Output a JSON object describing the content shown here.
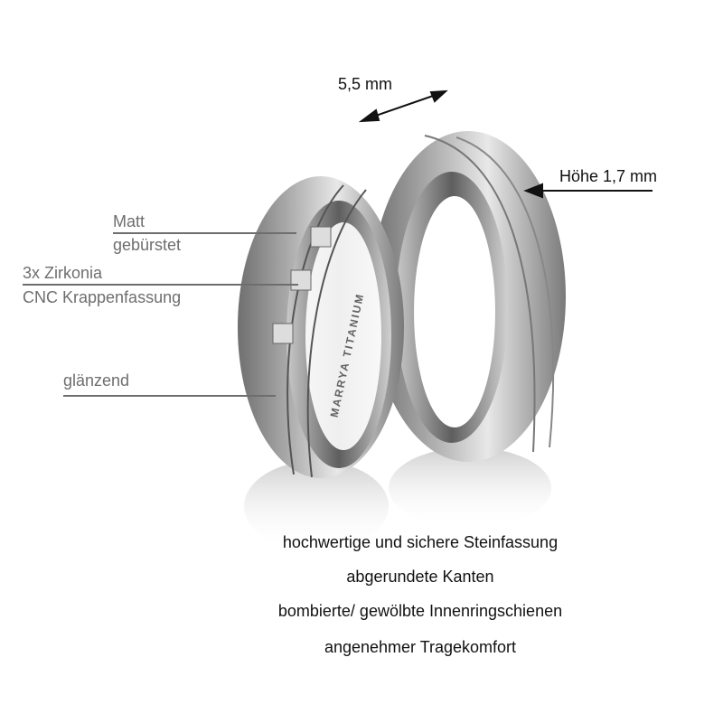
{
  "dimensions": {
    "width": "5,5 mm",
    "height": "Höhe 1,7 mm"
  },
  "labels": {
    "matt": "Matt",
    "brushed": "gebürstet",
    "stones": "3x Zirkonia",
    "setting": "CNC Krappenfassung",
    "polished": "glänzend"
  },
  "engraving": "MARRYA TITANIUM",
  "features": [
    "hochwertige und sichere Steinfassung",
    "abgerundete Kanten",
    "bombierte/ gewölbte Innenringschienen",
    "angenehmer Tragekomfort"
  ],
  "colors": {
    "label_text": "#6e6e6e",
    "text": "#111111",
    "metal": "#9a9a9a"
  }
}
